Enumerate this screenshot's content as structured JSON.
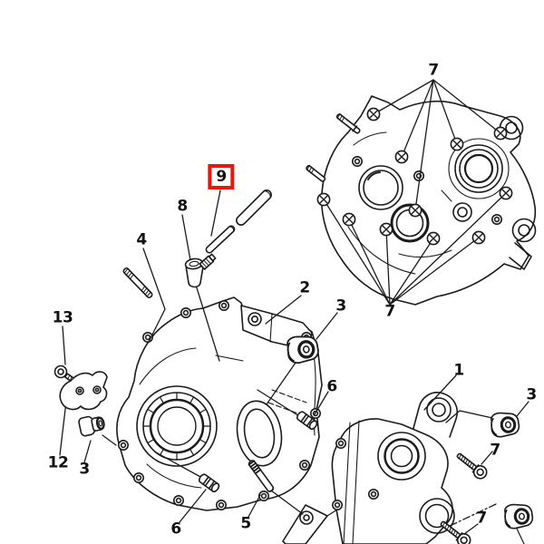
{
  "diagram": {
    "kind": "exploded-parts-diagram",
    "subject": "engine crankcase assembly exploded view",
    "background_color": "#ffffff",
    "line_color": "#1b1b1b",
    "highlight_color": "#ee1409",
    "selected_callout": "9",
    "callouts": [
      {
        "id": "7-top",
        "label": "7",
        "highlighted": false
      },
      {
        "id": "9",
        "label": "9",
        "highlighted": true
      },
      {
        "id": "8",
        "label": "8",
        "highlighted": false
      },
      {
        "id": "4",
        "label": "4",
        "highlighted": false
      },
      {
        "id": "2",
        "label": "2",
        "highlighted": false
      },
      {
        "id": "3-upper",
        "label": "3",
        "highlighted": false
      },
      {
        "id": "13",
        "label": "13",
        "highlighted": false
      },
      {
        "id": "7-mid",
        "label": "7",
        "highlighted": false
      },
      {
        "id": "6-right",
        "label": "6",
        "highlighted": false
      },
      {
        "id": "1",
        "label": "1",
        "highlighted": false
      },
      {
        "id": "3-right",
        "label": "3",
        "highlighted": false
      },
      {
        "id": "12",
        "label": "12",
        "highlighted": false
      },
      {
        "id": "3-left",
        "label": "3",
        "highlighted": false
      },
      {
        "id": "7-right",
        "label": "7",
        "highlighted": false
      },
      {
        "id": "6-lower",
        "label": "6",
        "highlighted": false
      },
      {
        "id": "5",
        "label": "5",
        "highlighted": false
      },
      {
        "id": "7-bottom",
        "label": "7",
        "highlighted": false
      }
    ]
  }
}
